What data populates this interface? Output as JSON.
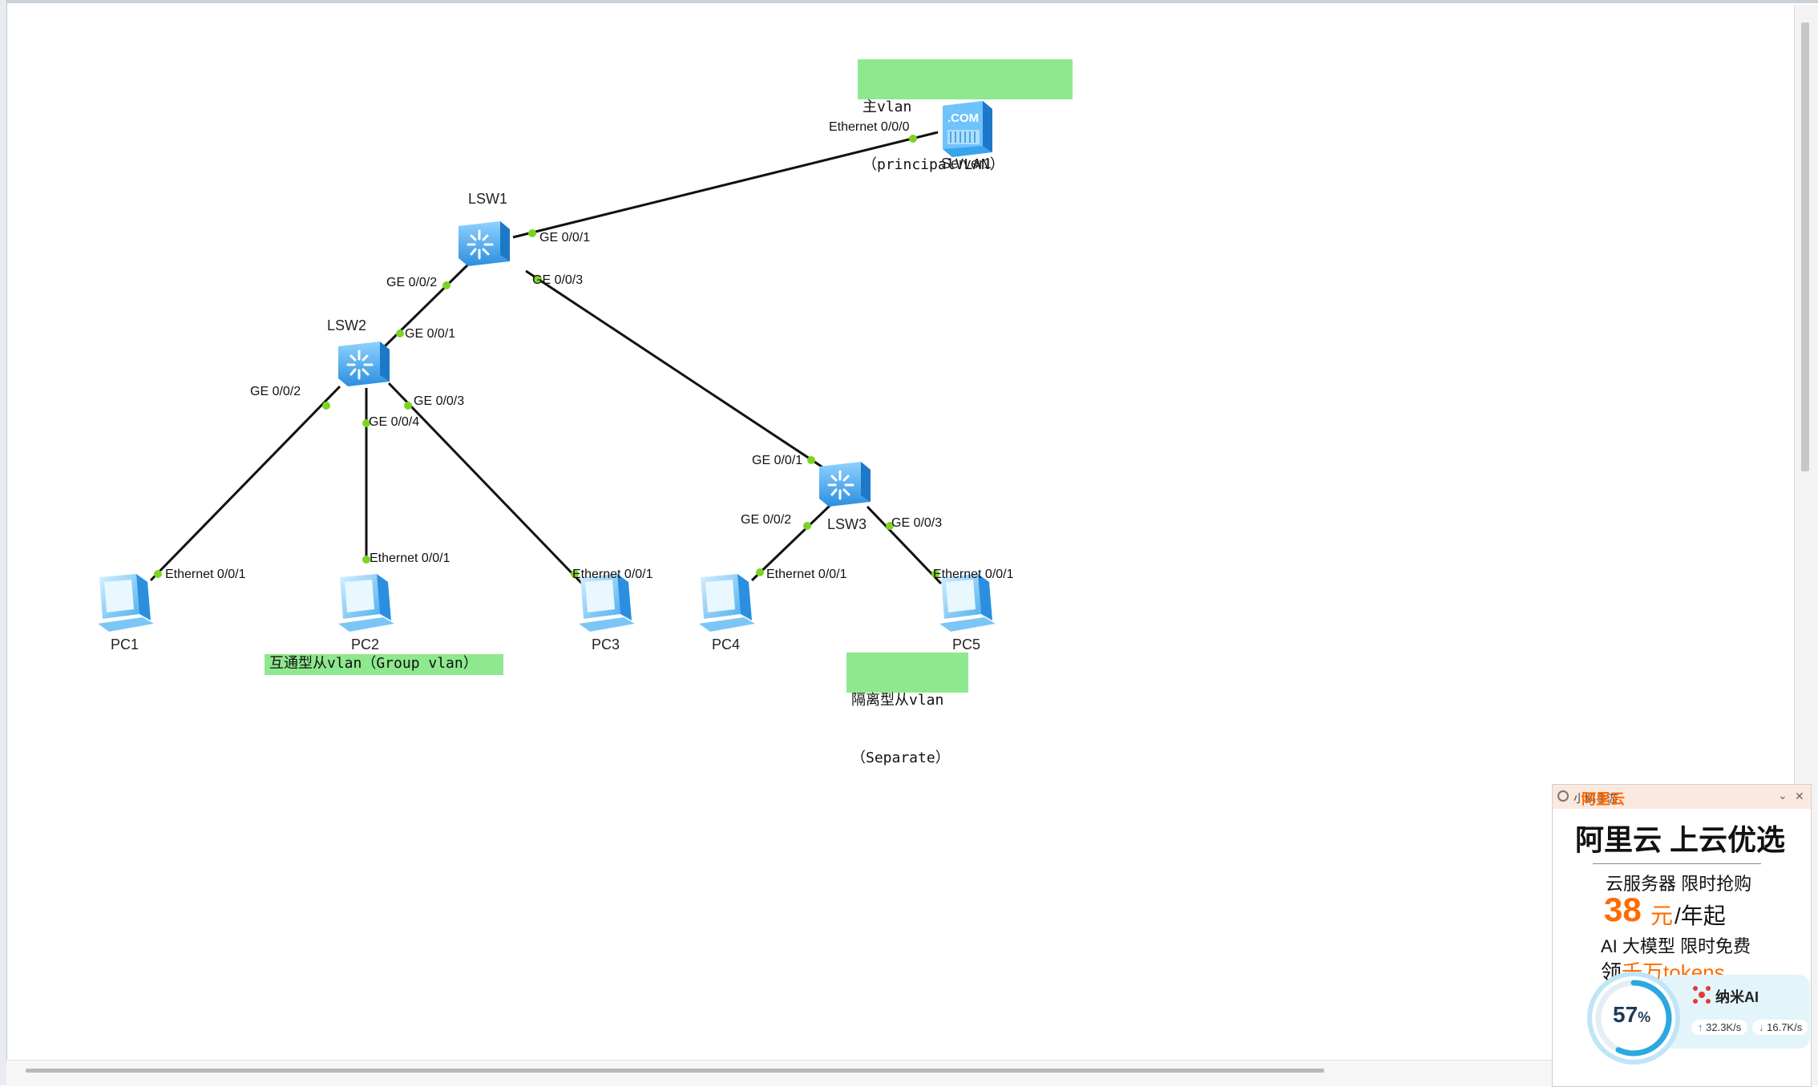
{
  "notes": {
    "principal_line1": "主vlan",
    "principal_line2": "（principalVLAN）",
    "group": "互通型从vlan（Group vlan）",
    "separate_line1": "隔离型从vlan",
    "separate_line2": "（Separate）"
  },
  "devices": {
    "server1": "Server1",
    "server_badge": ".COM",
    "lsw1": "LSW1",
    "lsw2": "LSW2",
    "lsw3": "LSW3",
    "pc1": "PC1",
    "pc2": "PC2",
    "pc3": "PC3",
    "pc4": "PC4",
    "pc5": "PC5"
  },
  "ports": {
    "server_eth": "Ethernet 0/0/0",
    "lsw1_ge1": "GE 0/0/1",
    "lsw1_ge2": "GE 0/0/2",
    "lsw1_ge3": "GE 0/0/3",
    "lsw2_ge1": "GE 0/0/1",
    "lsw2_ge2": "GE 0/0/2",
    "lsw2_ge3": "GE 0/0/3",
    "lsw2_ge4": "GE 0/0/4",
    "lsw3_ge1": "GE 0/0/1",
    "lsw3_ge2": "GE 0/0/2",
    "lsw3_ge3": "GE 0/0/3",
    "pc1_eth": "Ethernet 0/0/1",
    "pc2_eth": "Ethernet 0/0/1",
    "pc3_eth": "Ethernet 0/0/1",
    "pc4_eth": "Ethernet 0/0/1",
    "pc5_eth": "Ethernet 0/0/1"
  },
  "ad": {
    "header": "小鹅手游",
    "brand": "阿里云",
    "title": "阿里云 上云优选",
    "line1": "云服务器 限时抢购",
    "price": "38",
    "price_unit": "元",
    "price_suffix": "/年起",
    "line2": "AI 大模型 限时免费",
    "line3_prefix": "领",
    "line3_highlight": "千万tokens"
  },
  "widget": {
    "percent": "57",
    "percent_sign": "%",
    "name": "纳米AI",
    "upload": "32.3K/s",
    "download": "16.7K/s"
  },
  "colors": {
    "note_bg": "#8ee88e",
    "link": "#111111",
    "port_dot": "#7ed321",
    "device_blue": "#3aa3ee",
    "ad_accent": "#ff6a00"
  }
}
